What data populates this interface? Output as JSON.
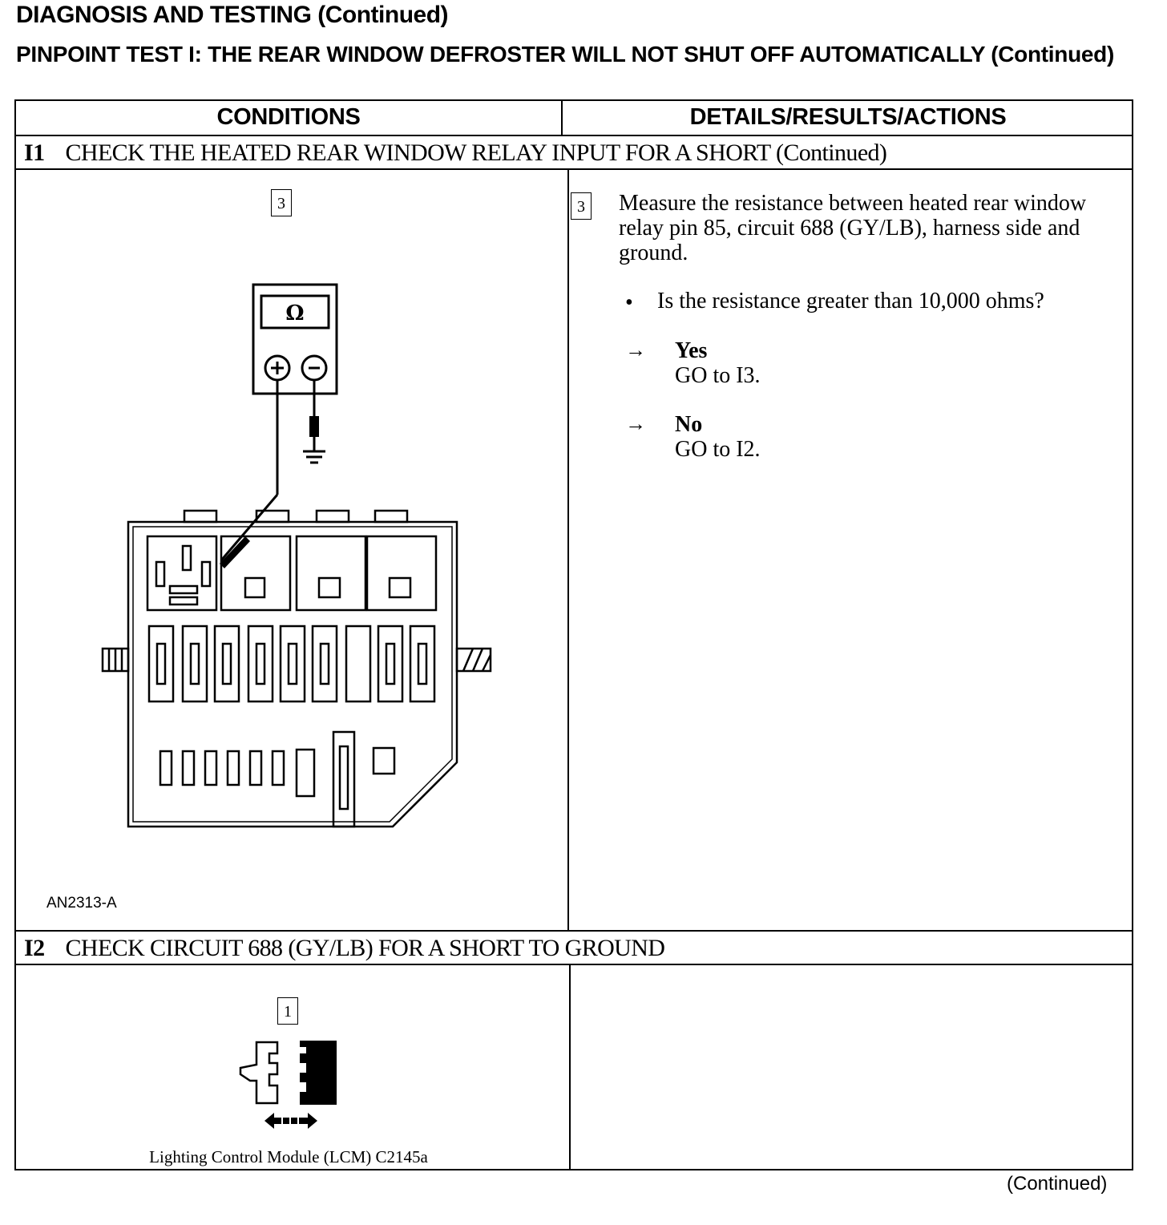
{
  "header": {
    "section_title": "DIAGNOSIS AND TESTING (Continued)",
    "test_title": "PINPOINT TEST I: THE REAR WINDOW DEFROSTER WILL NOT SHUT OFF AUTOMATICALLY (Continued)"
  },
  "table": {
    "col_conditions": "CONDITIONS",
    "col_details": "DETAILS/RESULTS/ACTIONS",
    "steps": [
      {
        "id": "I1",
        "title": "CHECK THE HEATED REAR WINDOW RELAY INPUT FOR A SHORT (Continued)",
        "figure_step": "3",
        "figure_meter_symbol": "Ω",
        "figure_code": "AN2313-A",
        "detail_step": "3",
        "instruction": "Measure the resistance between heated rear window relay pin 85, circuit 688 (GY/LB), harness side and ground.",
        "question_bullet": "•",
        "question": "Is the resistance greater than 10,000 ohms?",
        "arrow": "→",
        "yes_label": "Yes",
        "yes_action": "GO to I3.",
        "no_label": "No",
        "no_action": "GO to I2."
      },
      {
        "id": "I2",
        "title": "CHECK CIRCUIT 688 (GY/LB) FOR A SHORT TO GROUND",
        "figure_step": "1",
        "figure_caption": "Lighting Control Module (LCM) C2145a"
      }
    ]
  },
  "footer": {
    "continued": "(Continued)"
  },
  "icons": [
    "ohmmeter-icon",
    "ground-icon",
    "fuse-junction-panel-icon",
    "connector-icon",
    "double-arrow-icon"
  ]
}
